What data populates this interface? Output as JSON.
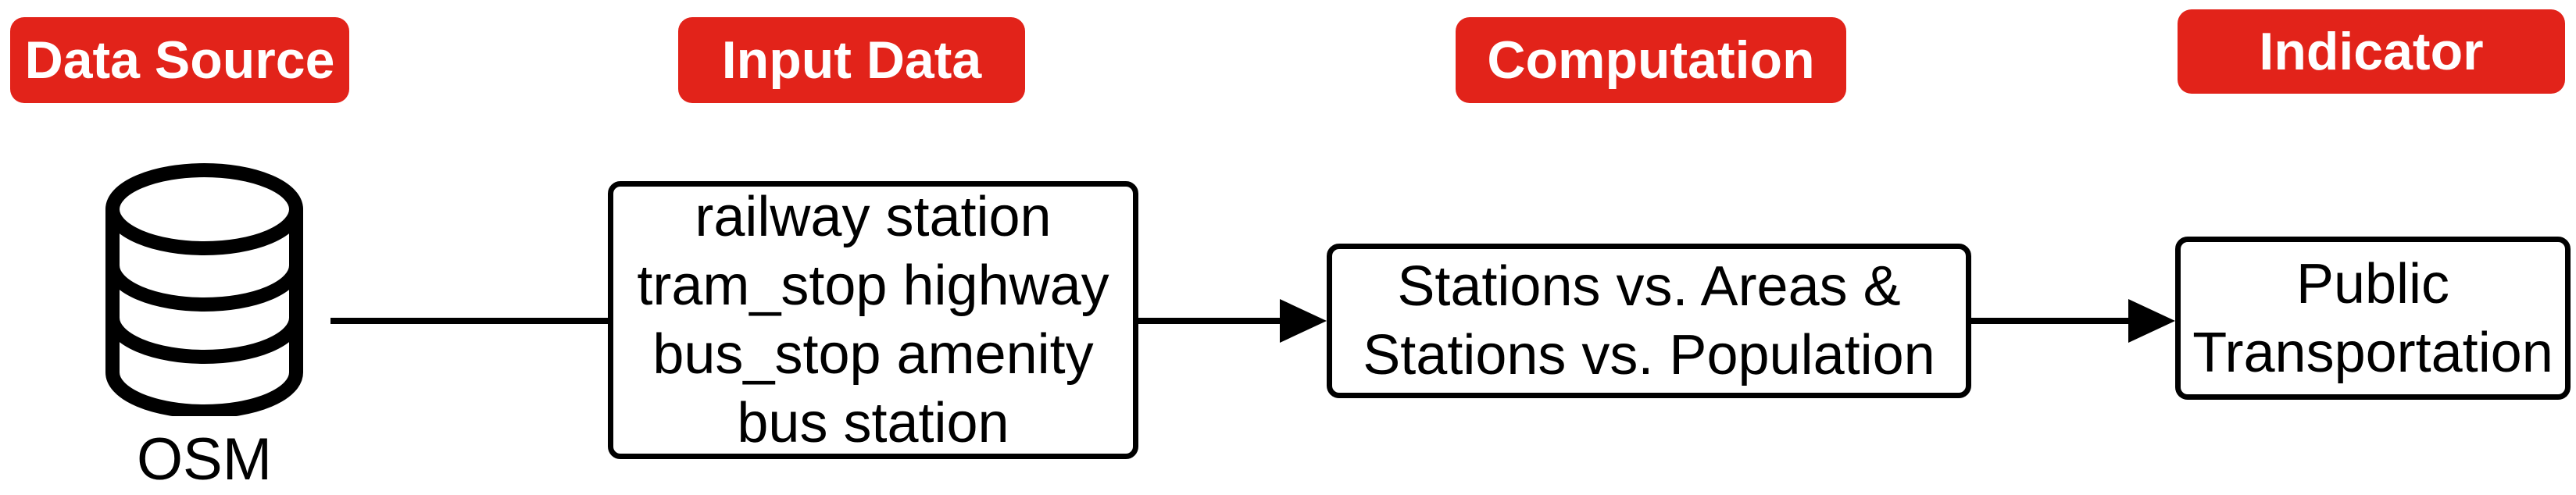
{
  "colors": {
    "accent_red": "#e2231a",
    "stroke_black": "#000000",
    "background": "#ffffff",
    "header_text": "#ffffff"
  },
  "headers": [
    {
      "label": "Data Source"
    },
    {
      "label": "Input Data"
    },
    {
      "label": "Computation"
    },
    {
      "label": "Indicator"
    }
  ],
  "source": {
    "icon": "database-icon",
    "label": "OSM"
  },
  "input_box": {
    "lines": [
      "railway station",
      "tram_stop highway",
      "bus_stop amenity",
      "bus station"
    ]
  },
  "computation_box": {
    "lines": [
      "Stations vs. Areas &",
      "Stations vs. Population"
    ]
  },
  "indicator_box": {
    "lines": [
      "Public",
      "Transportation"
    ]
  }
}
